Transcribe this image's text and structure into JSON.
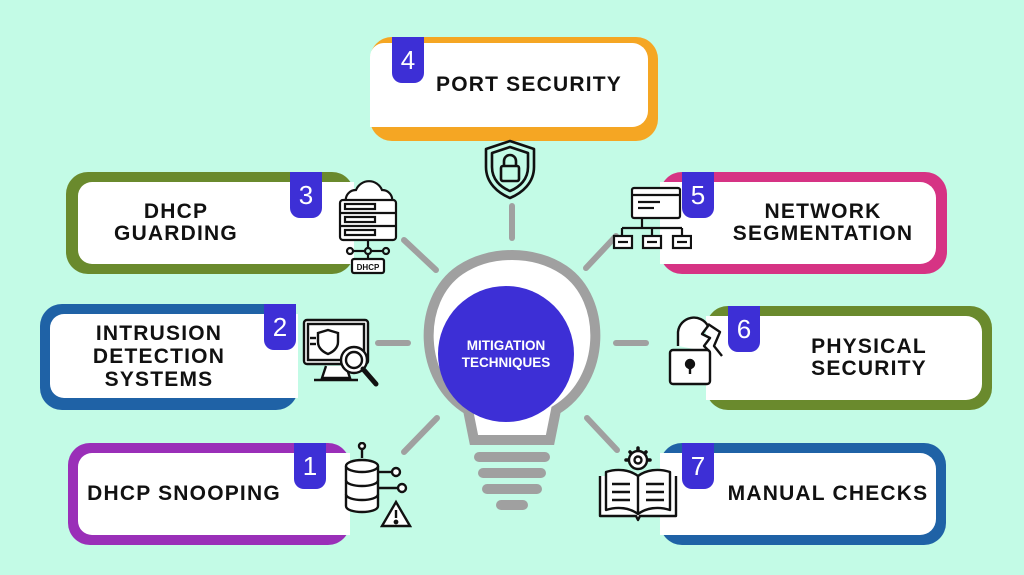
{
  "center": {
    "title": "MITIGATION\nTECHNIQUES"
  },
  "colors": {
    "background": "#c3fbe6",
    "badge": "#3d2fd6",
    "bulb_outline": "#a0a0a0"
  },
  "techniques": [
    {
      "number": "4",
      "label": "PORT SECURITY",
      "color": "#f5a623",
      "icon": "shield-lock-icon"
    },
    {
      "number": "3",
      "label": "DHCP\nGUARDING",
      "color": "#6a8a2d",
      "icon": "cloud-server-dhcp-icon"
    },
    {
      "number": "5",
      "label": "NETWORK\nSEGMENTATION",
      "color": "#d63384",
      "icon": "network-hierarchy-icon"
    },
    {
      "number": "2",
      "label": "INTRUSION\nDETECTION\nSYSTEMS",
      "color": "#1f62a6",
      "icon": "monitor-magnifier-icon"
    },
    {
      "number": "6",
      "label": "PHYSICAL\nSECURITY",
      "color": "#6a8a2d",
      "icon": "broken-padlock-icon"
    },
    {
      "number": "1",
      "label": "DHCP SNOOPING",
      "color": "#9a2fb8",
      "icon": "database-warning-icon"
    },
    {
      "number": "7",
      "label": "MANUAL CHECKS",
      "color": "#1f62a6",
      "icon": "book-gear-icon"
    }
  ],
  "dhcp_tag": "DHCP"
}
